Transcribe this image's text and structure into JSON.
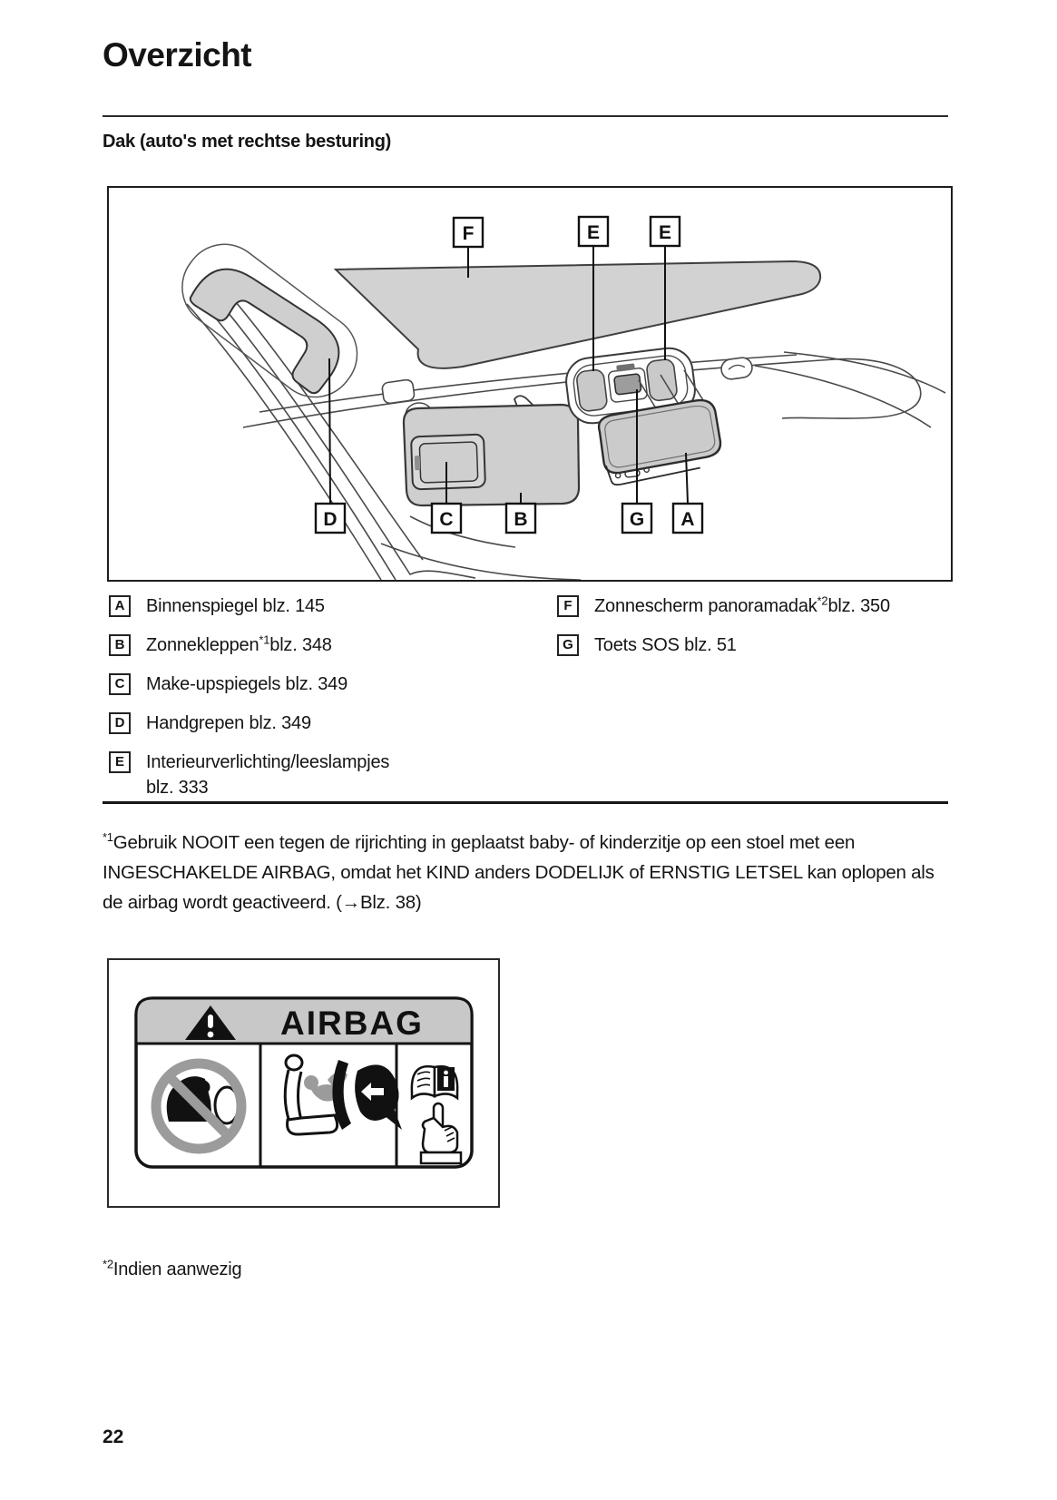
{
  "page": {
    "title": "Overzicht",
    "subtitle": "Dak (auto's met rechtse besturing)",
    "page_number": "22"
  },
  "diagram": {
    "top_labels": [
      {
        "letter": "F"
      },
      {
        "letter": "E"
      },
      {
        "letter": "E"
      }
    ],
    "bottom_labels": [
      {
        "letter": "D"
      },
      {
        "letter": "C"
      },
      {
        "letter": "B"
      },
      {
        "letter": "G"
      },
      {
        "letter": "A"
      }
    ]
  },
  "legend": {
    "left": [
      {
        "letter": "A",
        "text": "Binnenspiegel blz. 145",
        "sup": "",
        "suffix": "",
        "text2": ""
      },
      {
        "letter": "B",
        "text": "Zonnekleppen",
        "sup": "*1",
        "suffix": "blz. 348",
        "text2": ""
      },
      {
        "letter": "C",
        "text": "Make-upspiegels blz. 349",
        "sup": "",
        "suffix": "",
        "text2": ""
      },
      {
        "letter": "D",
        "text": "Handgrepen blz. 349",
        "sup": "",
        "suffix": "",
        "text2": ""
      },
      {
        "letter": "E",
        "text": "Interieurverlichting/leeslampjes",
        "sup": "",
        "suffix": "",
        "text2": "blz. 333"
      }
    ],
    "right": [
      {
        "letter": "F",
        "text": "Zonnescherm panoramadak",
        "sup": "*2",
        "suffix": "blz. 350"
      },
      {
        "letter": "G",
        "text": "Toets SOS blz. 51",
        "sup": "",
        "suffix": ""
      }
    ]
  },
  "footnotes": {
    "note1_sup": "*1",
    "note1_text": "Gebruik NOOIT een tegen de rijrichting in geplaatst baby- of kinderzitje op een stoel met een INGESCHAKELDE AIRBAG, omdat het KIND anders DODELIJK of ERNSTIG LETSEL kan oplopen als de airbag wordt geactiveerd. (→Blz. 38)",
    "note2_sup": "*2",
    "note2_text": "Indien aanwezig"
  },
  "airbag_label": {
    "title": "AIRBAG"
  },
  "colors": {
    "figure_gray": "#d2d2d2",
    "part_gray": "#cfcfcf",
    "band_gray": "#c8c8c8",
    "prohibition_gray": "#9b9b9b"
  }
}
